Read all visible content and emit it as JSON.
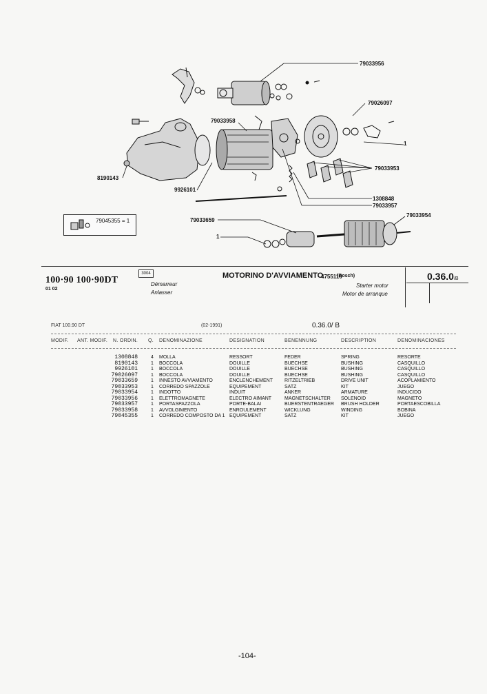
{
  "callouts": {
    "c79033956": "79033956",
    "c79026097": "79026097",
    "c79033958": "79033958",
    "c1_top": "1",
    "c79033953": "79033953",
    "c8190143": "8190143",
    "c1308848": "1308848",
    "c9926101": "9926101",
    "c79033957": "79033957",
    "c79033954": "79033954",
    "c79033659": "79033659",
    "c1_bottom": "1"
  },
  "legend": {
    "text": "79045355 = 1"
  },
  "title_block": {
    "models": "100·90 100·90DT",
    "models_sub": "01 02",
    "code_box": "3004",
    "title": "MOTORINO D'AVVIAMENTO",
    "part_code": "4755110",
    "maker": "(Bosch)",
    "fr": "Démarreur",
    "de": "Anlasser",
    "en": "Starter motor",
    "es": "Motor de arranque",
    "page_code": "0.36.0",
    "page_code_suffix": "/B"
  },
  "header": {
    "model": "FIAT 100.90 DT",
    "date": "(02-1991)",
    "section": "0.36.0/ B"
  },
  "columns": {
    "modif": "MODIF.",
    "ant_modif": "ANT. MODIF.",
    "n_ordin": "N. ORDIN.",
    "q": "Q.",
    "denominazione": "DENOMINAZIONE",
    "designation": "DESIGNATION",
    "benennung": "BENENNUNG",
    "description": "DESCRIPTION",
    "denominaciones": "DENOMINACIONES"
  },
  "parts": [
    {
      "code": "1308848",
      "qty": "4",
      "it": "MOLLA",
      "fr": "RESSORT",
      "de": "FEDER",
      "en": "SPRING",
      "es": "RESORTE"
    },
    {
      "code": "8190143",
      "qty": "1",
      "it": "BOCCOLA",
      "fr": "DOUILLE",
      "de": "BUECHSE",
      "en": "BUSHING",
      "es": "CASQUILLO"
    },
    {
      "code": "9926101",
      "qty": "1",
      "it": "BOCCOLA",
      "fr": "DOUILLE",
      "de": "BUECHSE",
      "en": "BUSHING",
      "es": "CASQUILLO"
    },
    {
      "code": "79026097",
      "qty": "1",
      "it": "BOCCOLA",
      "fr": "DOUILLE",
      "de": "BUECHSE",
      "en": "BUSHING",
      "es": "CASQUILLO"
    },
    {
      "code": "79033659",
      "qty": "1",
      "it": "INNESTO AVVIAMENTO",
      "fr": "ENCLENCHEMENT",
      "de": "RITZELTRIEB",
      "en": "DRIVE UNIT",
      "es": "ACOPLAMIENTO"
    },
    {
      "code": "79033953",
      "qty": "1",
      "it": "CORREDO SPAZZOLE",
      "fr": "EQUIPEMENT",
      "de": "SATZ",
      "en": "KIT",
      "es": "JUEGO"
    },
    {
      "code": "79033954",
      "qty": "1",
      "it": "INDOTTO",
      "fr": "INDUIT",
      "de": "ANKER",
      "en": "ARMATURE",
      "es": "INDUCIDO"
    },
    {
      "code": "79033956",
      "qty": "1",
      "it": "ELETTROMAGNETE",
      "fr": "ELECTRO AIMANT",
      "de": "MAGNETSCHALTER",
      "en": "SOLENOID",
      "es": "MAGNETO"
    },
    {
      "code": "79033957",
      "qty": "1",
      "it": "PORTASPAZZOLA",
      "fr": "PORTE-BALAI",
      "de": "BUERSTENTRAEGER",
      "en": "BRUSH HOLDER",
      "es": "PORTAESCOBILLA"
    },
    {
      "code": "79033958",
      "qty": "1",
      "it": "AVVOLGIMENTO",
      "fr": "ENROULEMENT",
      "de": "WICKLUNG",
      "en": "WINDING",
      "es": "BOBINA"
    },
    {
      "code": "79045355",
      "qty": "1",
      "it": "CORREDO COMPOSTO DA 1",
      "fr": "EQUIPEMENT",
      "de": "SATZ",
      "en": "KIT",
      "es": "JUEGO"
    }
  ],
  "page_number": "-104-"
}
